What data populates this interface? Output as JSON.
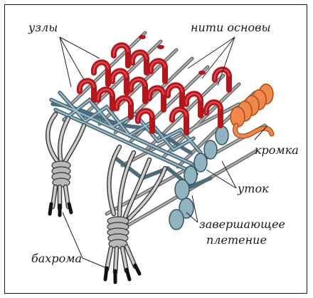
{
  "labels": {
    "knots": "узлы",
    "warp_threads": "нити основы",
    "selvedge": "кромка",
    "weft": "уток",
    "finishing_weave_line1": "завершающее",
    "finishing_weave_line2": "плетение",
    "fringe": "бахрома"
  },
  "colors": {
    "knots": "#c0191f",
    "warp_threads": "#8a8a8a",
    "weft": "#6a93a3",
    "selvedge": "#f07e3c",
    "fringe": "#9e9e9e",
    "outline": "#1a1a1a"
  }
}
